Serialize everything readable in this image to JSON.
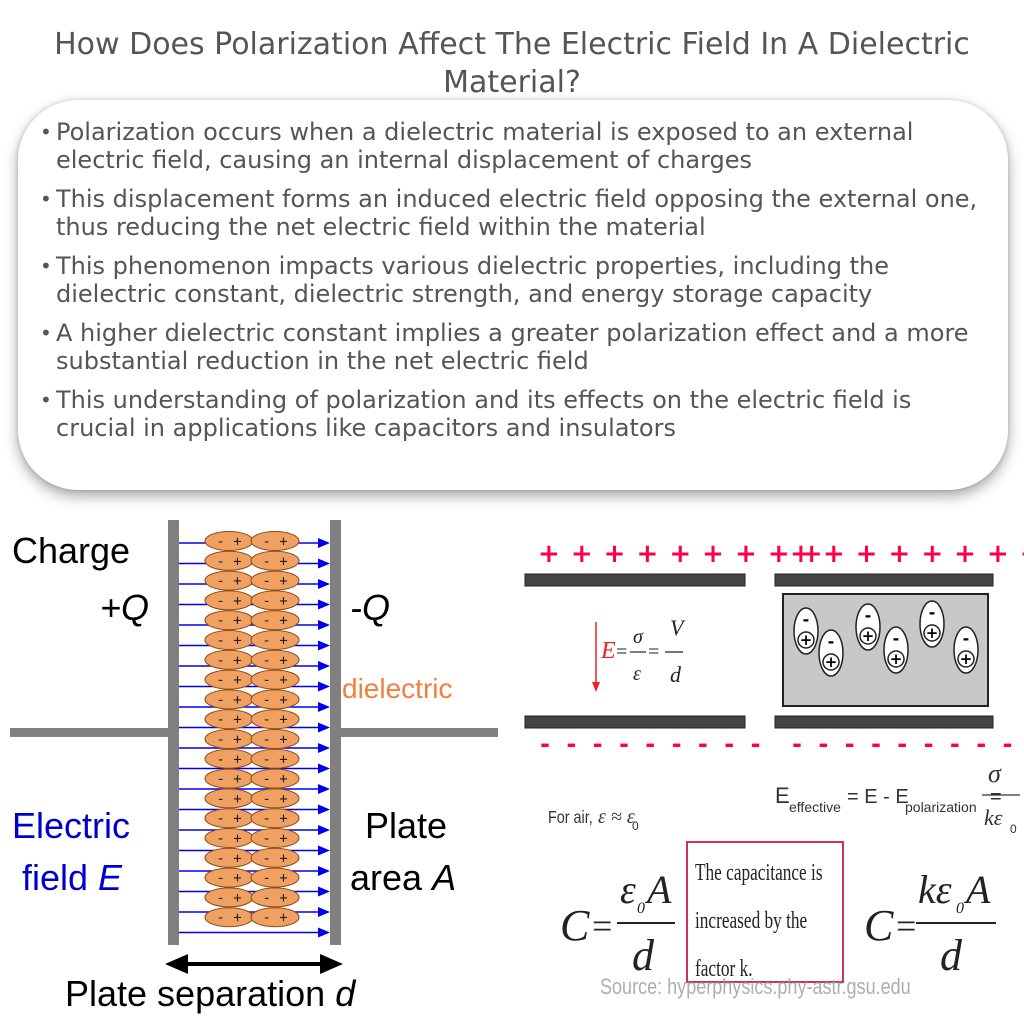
{
  "title": "How Does Polarization Affect The Electric Field In A Dielectric Material?",
  "bullets": [
    "Polarization occurs when a dielectric material is exposed to an external electric field, causing an internal displacement of charges",
    "This displacement forms an induced electric field opposing the external one, thus reducing the net electric field within the material",
    "This phenomenon impacts various dielectric properties, including the dielectric constant, dielectric strength, and energy storage capacity",
    "A higher dielectric constant implies a greater polarization effect and a more substantial reduction in the net electric field",
    "This understanding of polarization and its effects on the electric field is crucial in applications like capacitors and insulators"
  ],
  "left_diagram": {
    "charge_label": "Charge",
    "plus_q": "+Q",
    "minus_q": "-Q",
    "dielectric_label": "dielectric",
    "field_label_1": "Electric",
    "field_label_2a": "field ",
    "field_label_2b": "E",
    "plate_label_1": "Plate",
    "plate_label_2a": "area ",
    "plate_label_2b": "A",
    "separation_a": "Plate separation ",
    "separation_b": "d",
    "dipole_sign": "- +",
    "colors": {
      "dielectric": "#f0a060",
      "arrow": "#0000ee",
      "plate": "#808080",
      "label_blue": "#0000cc",
      "label_orange": "#f08040"
    }
  },
  "right_diagram": {
    "plus_row": "+ + + + + + + + +",
    "minus_row": "- - - - - - - - -",
    "field_eq": {
      "E": "E",
      "sigma": "σ",
      "epsilon": "ε",
      "V": "V",
      "d": "d"
    },
    "for_air": "For air,",
    "for_air_eq": "ε ≈ ε",
    "for_air_sub": "0",
    "effective_eq": {
      "E": "E",
      "sub_eff": "effective",
      "mid": "= E - E",
      "sub_pol": "polarization",
      "eq": "=",
      "num": "σ",
      "den": "kε",
      "den_sub": "0"
    },
    "cap_left": {
      "C": "C",
      "eq": "=",
      "num": "ε",
      "num_sub": "0",
      "num_A": "A",
      "den": "d"
    },
    "cap_right": {
      "C": "C",
      "eq": "=",
      "num": "kε",
      "num_sub": "0",
      "num_A": "A",
      "den": "d"
    },
    "box_text": [
      "The capacitance is",
      "increased by the",
      "factor k."
    ],
    "source": "Source: hyperphysics.phy-astr.gsu.edu",
    "colors": {
      "plus": "#ff0044",
      "minus": "#ff0044",
      "arrow": "#ee2222",
      "box_border": "#cc3355"
    }
  }
}
